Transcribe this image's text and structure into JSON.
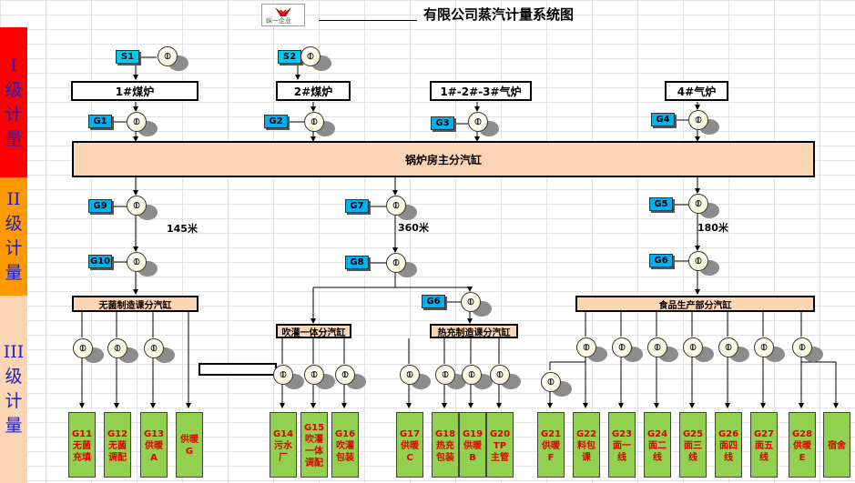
{
  "title": "有限公司蒸汽计量系统图",
  "logo_text": "纵一企业",
  "levels": [
    {
      "label": [
        "I",
        "级",
        "计",
        "量"
      ],
      "color": "#ff0000",
      "text_color": "#1f1fbf"
    },
    {
      "label": [
        "II",
        "级",
        "计",
        "量"
      ],
      "color": "#ff9900",
      "text_color": "#1f1fbf"
    },
    {
      "label": [
        "III",
        "级",
        "计",
        "量"
      ],
      "color": "#fcd5b4",
      "text_color": "#1f1fbf"
    }
  ],
  "meter_symbol": "⦶",
  "sources": {
    "s1": "S1",
    "s2": "S2",
    "boiler1": "1#煤炉",
    "boiler2": "2#煤炉",
    "boiler3": "1#-2#-3#气炉",
    "boiler4": "4#气炉"
  },
  "tags": {
    "g1": "G1",
    "g2": "G2",
    "g3": "G3",
    "g4": "G4",
    "g9": "G9",
    "g10": "G10",
    "g7": "G7",
    "g8": "G8",
    "g6a": "G6",
    "g5": "G5",
    "g6b": "G6"
  },
  "main_header": "锅炉房主分汽缸",
  "distances": {
    "d145": "145米",
    "d360": "360米",
    "d180": "180米"
  },
  "sub_headers": {
    "sterile": "无菌制造课分汽缸",
    "blow": "吹灌一体分汽缸",
    "hotfill": "热充制造课分汽缸",
    "food": "食品生产部分汽缸"
  },
  "outputs": [
    {
      "label": "G11\n无菌\n充填"
    },
    {
      "label": "G12\n无菌\n调配"
    },
    {
      "label": "G13\n供暖\nA"
    },
    {
      "label": "供暖\nG"
    },
    {
      "label": "G14\n污水\n厂"
    },
    {
      "label": "G15\n吹灌\n一体\n调配"
    },
    {
      "label": "G16\n吹灌\n包装"
    },
    {
      "label": "G17\n供暖\nC"
    },
    {
      "label": "G18\n热充\n包装"
    },
    {
      "label": "G19\n供暖\nB"
    },
    {
      "label": "G20\nTP\n主管"
    },
    {
      "label": "G21\n供暖\nF"
    },
    {
      "label": "G22\n料包\n课"
    },
    {
      "label": "G23\n面一\n线"
    },
    {
      "label": "G24\n面二\n线"
    },
    {
      "label": "G25\n面三\n线"
    },
    {
      "label": "G26\n面四\n线"
    },
    {
      "label": "G27\n面五\n线"
    },
    {
      "label": "G28\n供暖\nE"
    },
    {
      "label": "宿舍"
    }
  ]
}
